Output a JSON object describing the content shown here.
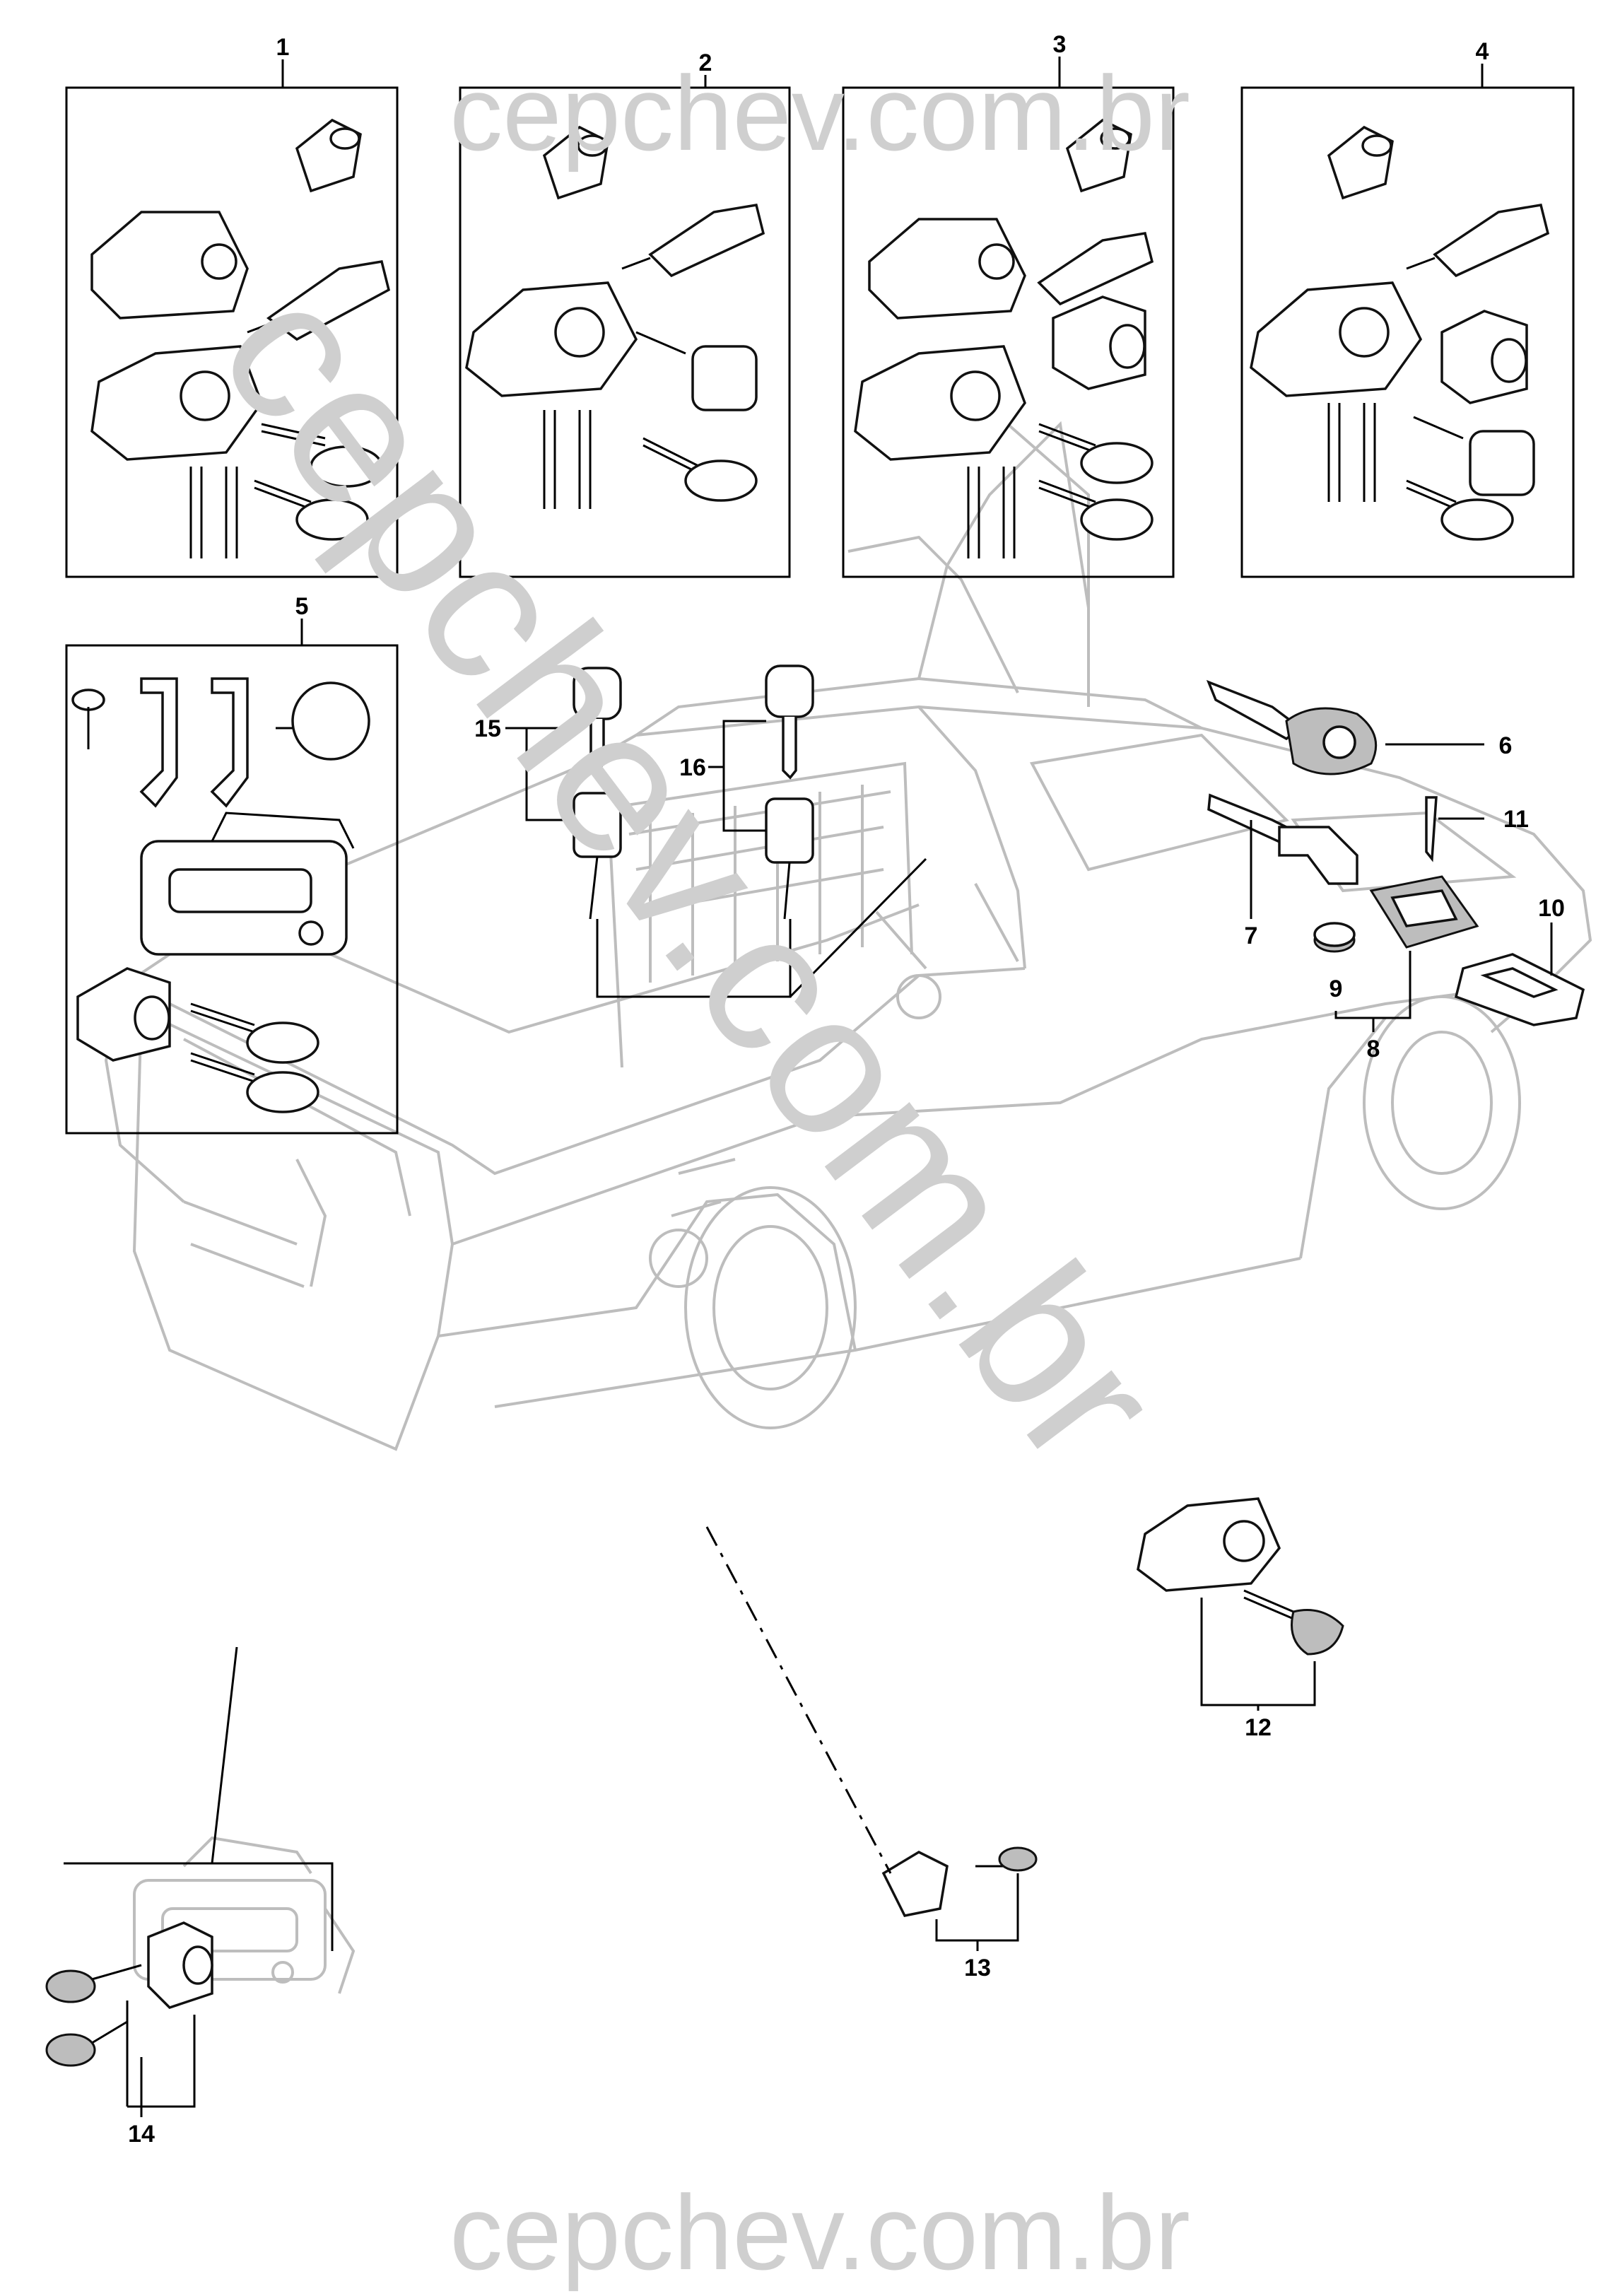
{
  "watermark": {
    "top": "cepchev.com.br",
    "diagonal": "cepchev.com.br",
    "bottom": "cepchev.com.br"
  },
  "callouts": [
    "1",
    "2",
    "3",
    "4",
    "5",
    "6",
    "7",
    "8",
    "9",
    "10",
    "11",
    "12",
    "13",
    "14",
    "15",
    "16"
  ],
  "colors": {
    "ink": "#000000",
    "ghost": "#bdbdbd",
    "watermark": "#cfcfcf",
    "key_head": "#d9d9d9"
  },
  "icons": [
    "lock-cylinder-icon",
    "ignition-lock-icon",
    "key-icon",
    "remote-key-icon",
    "battery-icon",
    "tailgate-handle-icon"
  ]
}
